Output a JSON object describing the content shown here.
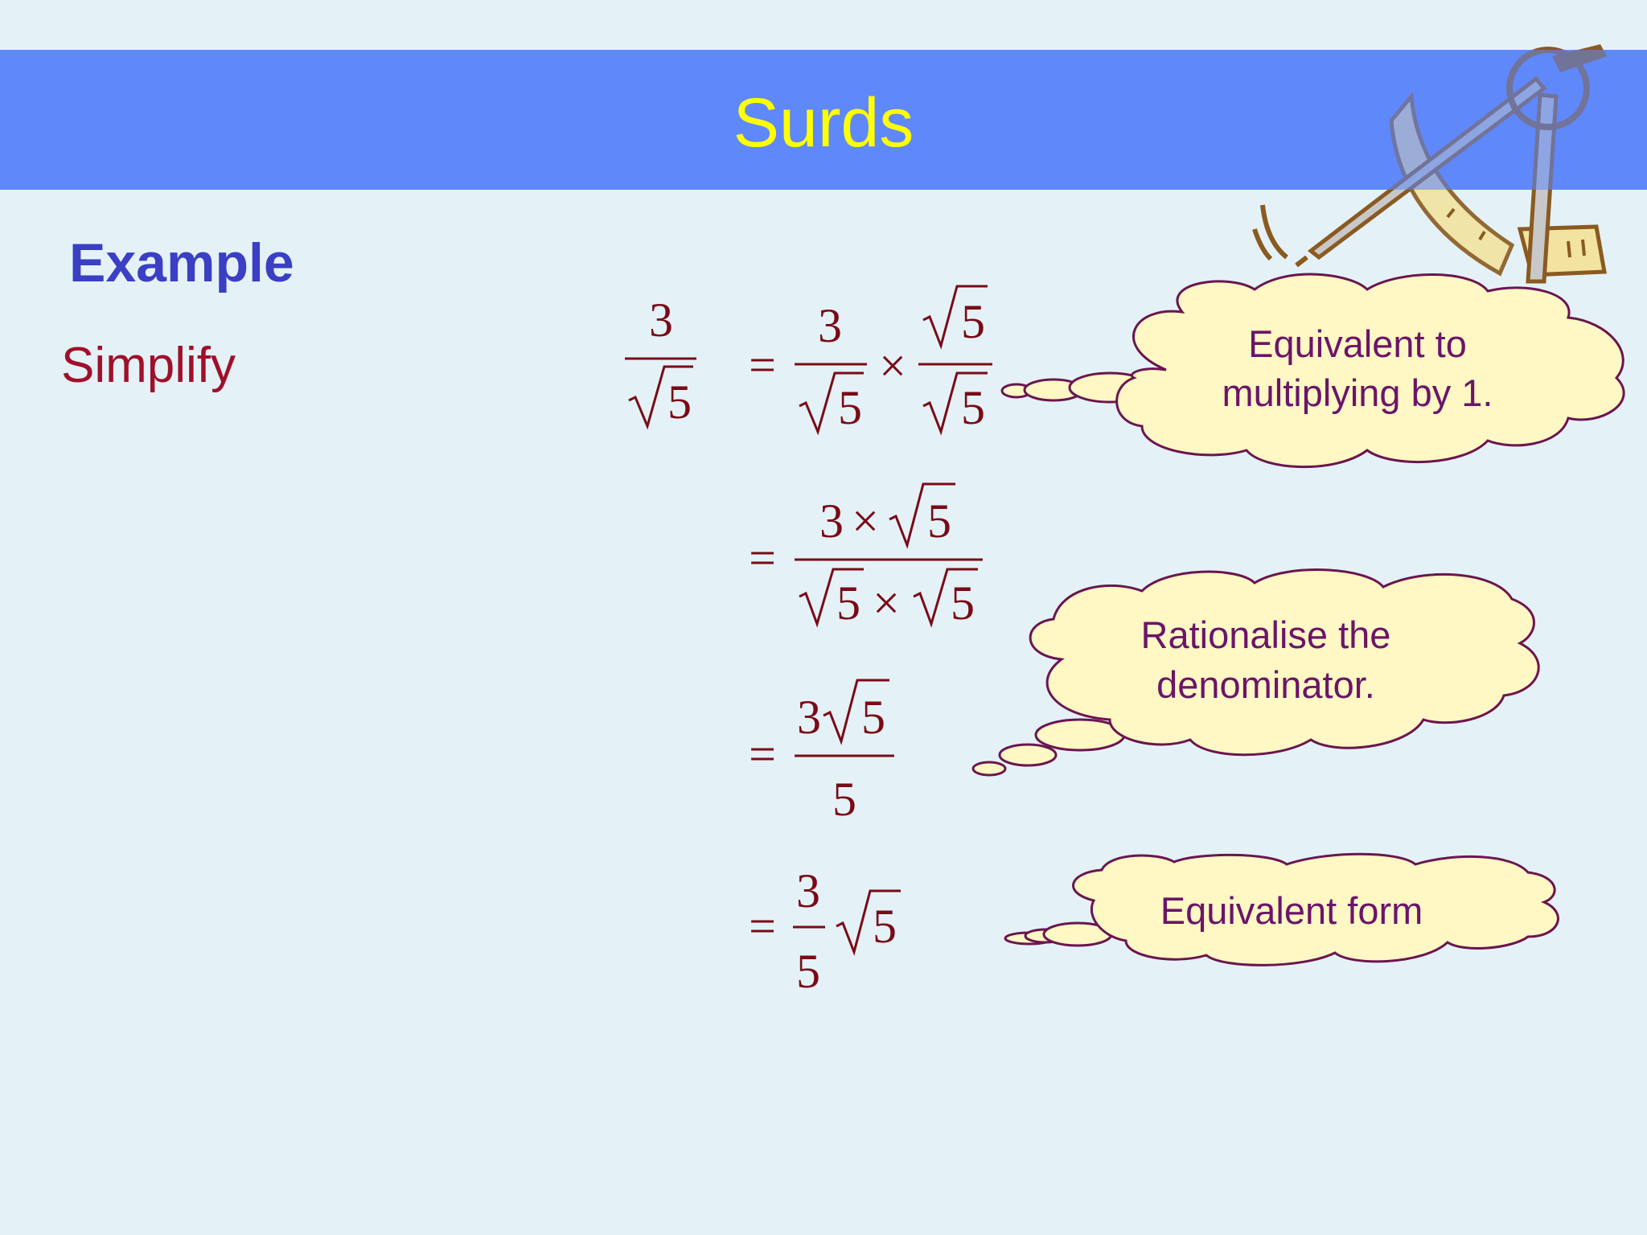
{
  "slide": {
    "title": "Surds",
    "heading": "Example",
    "instruction": "Simplify"
  },
  "math": {
    "expr0": {
      "numerator": "3",
      "radicand": "5"
    },
    "step1": {
      "eq": "=",
      "frac1_num": "3",
      "frac1_den_radicand": "5",
      "times": "×",
      "frac2_num_radicand": "5",
      "frac2_den_radicand": "5"
    },
    "step2": {
      "eq": "=",
      "num_coef": "3",
      "times": "×",
      "num_radicand": "5",
      "den_radicand1": "5",
      "den_radicand2": "5"
    },
    "step3": {
      "eq": "=",
      "num_coef": "3",
      "num_radicand": "5",
      "den": "5"
    },
    "step4": {
      "eq": "=",
      "frac_num": "3",
      "frac_den": "5",
      "radicand": "5"
    }
  },
  "callouts": {
    "c1_line1": "Equivalent to",
    "c1_line2": "multiplying by 1.",
    "c2_line1": "Rationalise the",
    "c2_line2": "denominator.",
    "c3_line1": "Equivalent form"
  },
  "colors": {
    "background": "#e4f2f7",
    "title_bar": "#5f88fb",
    "title_text": "#ffff00",
    "heading": "#3a3fc4",
    "instruction": "#a0102a",
    "math": "#7a0a16",
    "callout_fill": "#fff8c4",
    "callout_stroke": "#6b1550",
    "callout_text": "#6b1569"
  },
  "icons": {
    "compass": "compass-protractor-icon"
  }
}
